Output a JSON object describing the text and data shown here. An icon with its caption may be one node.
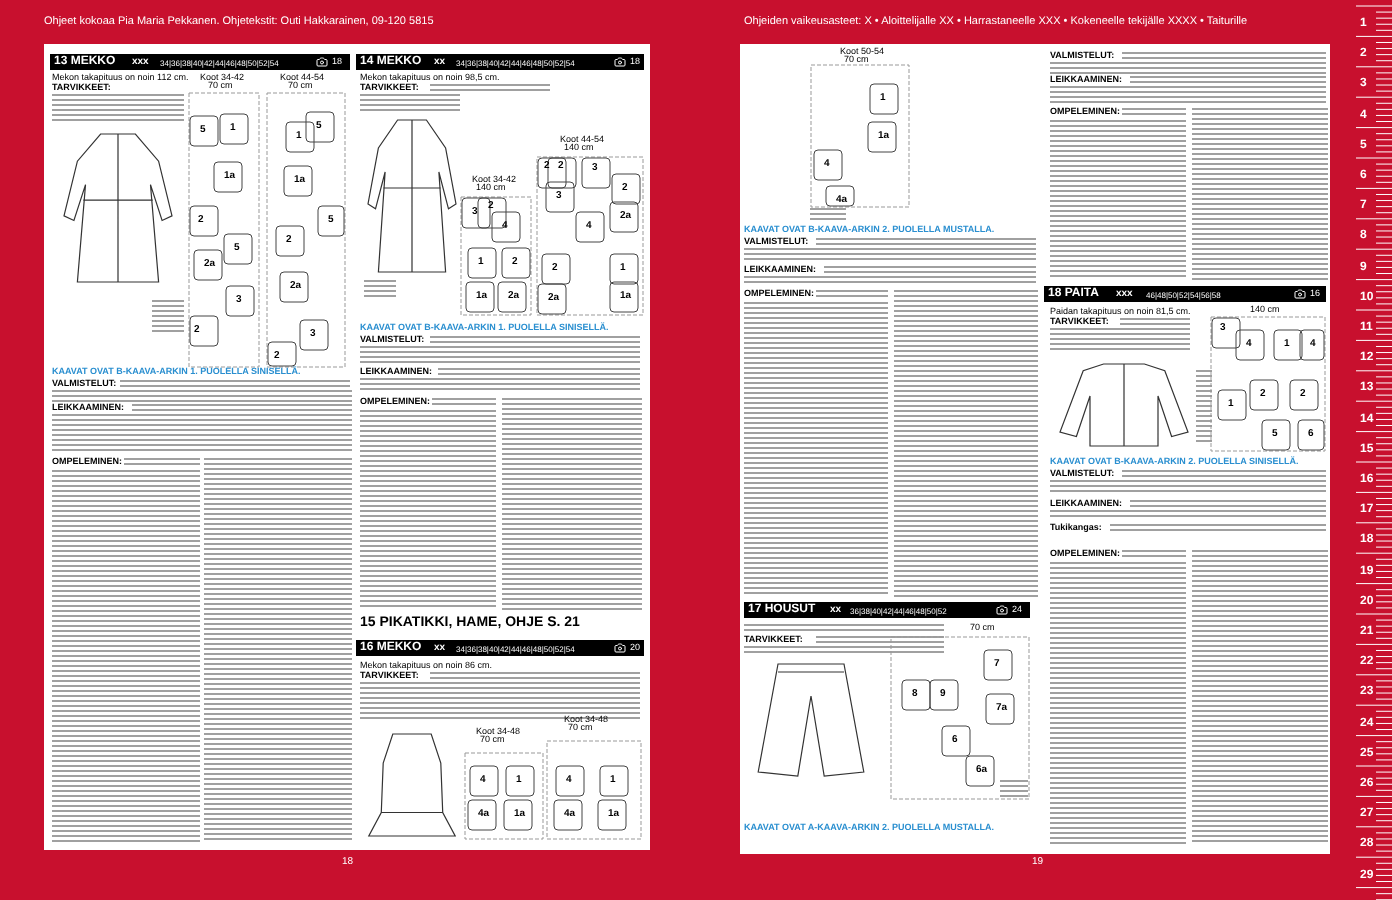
{
  "diagram": {
    "labels": [
      "Ohjeet kokoaa Pia Maria Pekkanen. Ohjetekstit: Outi Hakkarainen, 09-120 5815",
      "Ohjeiden vaikeusasteet: X • Aloittelijalle XX • Harrastaneelle XXX • Kokeneelle tekijälle XXXX • Taiturille",
      "13 MEKKO",
      "xxx",
      "34|36|38|40|42|44|46|48|50|52|54",
      "18",
      "Mekon takapituus on noin 112 cm.",
      "TARVIKKEET:",
      "Koot 34-42",
      "70 cm",
      "Koot 44-54",
      "70 cm",
      "5",
      "1",
      "1a",
      "2",
      "5",
      "2a",
      "3",
      "2",
      "5",
      "1",
      "1a",
      "5",
      "2",
      "2a",
      "3",
      "2",
      "KAAVAT OVAT B-KAAVA-ARKIN 1. PUOLELLA SINISELLÄ.",
      "VALMISTELUT:",
      "LEIKKAAMINEN:",
      "OMPELEMINEN:",
      "14 MEKKO",
      "xx",
      "34|36|38|40|42|44|46|48|50|52|54",
      "18",
      "Mekon takapituus on noin 98,5 cm.",
      "TARVIKKEET:",
      "Koot 34-42",
      "140 cm",
      "Koot 44-54",
      "140 cm",
      "3",
      "2",
      "4",
      "1",
      "2",
      "1a",
      "2a",
      "2",
      "2",
      "3",
      "3",
      "2",
      "4",
      "2a",
      "2",
      "1",
      "2a",
      "1a",
      "KAAVAT OVAT B-KAAVA-ARKIN 1. PUOLELLA SINISELLÄ.",
      "VALMISTELUT:",
      "LEIKKAAMINEN:",
      "OMPELEMINEN:",
      "15 PIKATIKKI, HAME, OHJE S. 21",
      "16 MEKKO",
      "xx",
      "34|36|38|40|42|44|46|48|50|52|54",
      "20",
      "Mekon takapituus on noin 86 cm.",
      "TARVIKKEET:",
      "Koot 34-48",
      "70 cm",
      "Koot 34-48",
      "70 cm",
      "4",
      "1",
      "4a",
      "1a",
      "4",
      "1",
      "4a",
      "1a",
      "18",
      "Koot 50-54",
      "70 cm",
      "1",
      "1a",
      "4",
      "4a",
      "KAAVAT OVAT B-KAAVA-ARKIN 2. PUOLELLA MUSTALLA.",
      "VALMISTELUT:",
      "LEIKKAAMINEN:",
      "OMPELEMINEN:",
      "VALMISTELUT:",
      "LEIKKAAMINEN:",
      "OMPELEMINEN:",
      "18 PAITA",
      "xxx",
      "46|48|50|52|54|56|58",
      "16",
      "Paidan takapituus on noin 81,5 cm.",
      "TARVIKKEET:",
      "140 cm",
      "3",
      "4",
      "1",
      "4",
      "2",
      "2",
      "1",
      "5",
      "6",
      "KAAVAT OVAT B-KAAVA-ARKIN 2. PUOLELLA SINISELLÄ.",
      "VALMISTELUT:",
      "LEIKKAAMINEN:",
      "Tukikangas:",
      "OMPELEMINEN:",
      "17 HOUSUT",
      "xx",
      "36|38|40|42|44|46|48|50|52",
      "24",
      "TARVIKKEET:",
      "70 cm",
      "7",
      "8",
      "9",
      "7a",
      "6",
      "6a",
      "KAAVAT OVAT A-KAAVA-ARKIN 2. PUOLELLA MUSTALLA.",
      "19",
      "1",
      "2",
      "3",
      "4",
      "5",
      "6",
      "7",
      "8",
      "9",
      "10",
      "11",
      "12",
      "13",
      "14",
      "15",
      "16",
      "17",
      "18",
      "19",
      "20",
      "21",
      "22",
      "23",
      "24",
      "25",
      "26",
      "27",
      "28",
      "29"
    ]
  }
}
